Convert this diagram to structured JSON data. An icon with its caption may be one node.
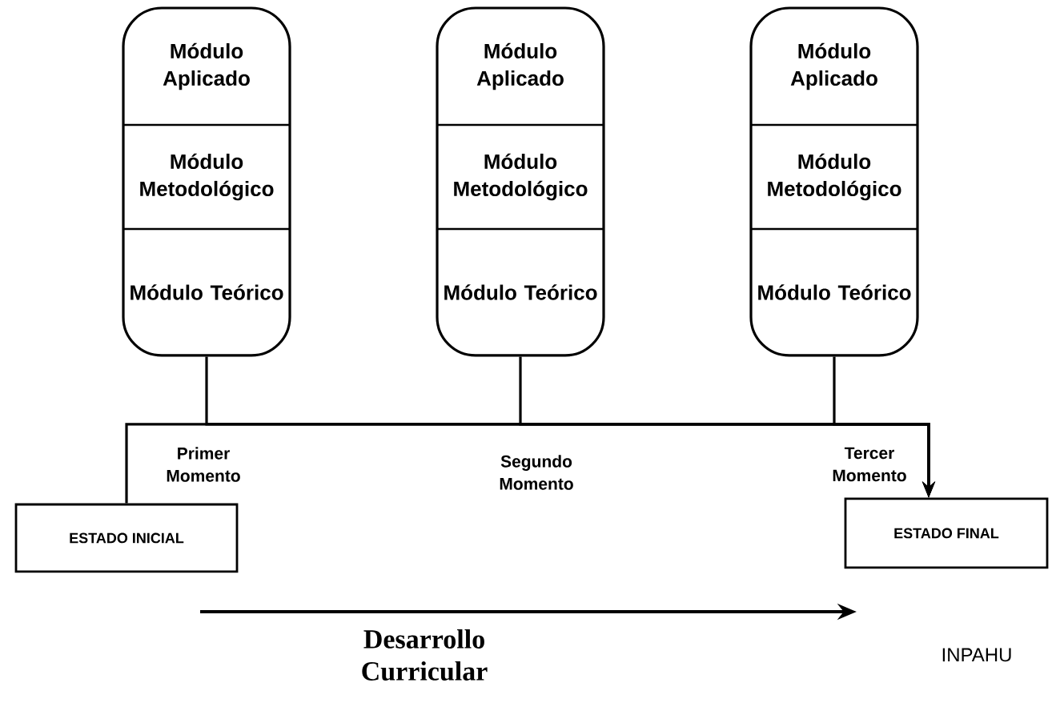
{
  "diagram": {
    "nodes": [
      {
        "text": [],
        "shape": "box"
      },
      {
        "text": [
          "Módulo Aplicado"
        ],
        "in": 0
      },
      {
        "text": [
          "Módulo Metodológico"
        ],
        "in": 0
      },
      {
        "text": [
          "Módulo Teórico"
        ],
        "in": 0
      },
      {
        "text": [],
        "shape": "box"
      },
      {
        "text": [
          "Módulo Aplicado"
        ],
        "in": 4
      },
      {
        "text": [
          "Módulo Metodológico"
        ],
        "in": 4
      },
      {
        "text": [
          "Módulo Teórico"
        ],
        "in": 4
      },
      {
        "text": [],
        "shape": "box"
      },
      {
        "text": [
          "Módulo Aplicado"
        ],
        "in": 8
      },
      {
        "text": [
          "Módulo Metodológico"
        ],
        "in": 8
      },
      {
        "text": [
          "Módulo Teórico"
        ],
        "in": 8
      },
      {
        "text": [
          "ESTADO INICIAL"
        ]
      },
      {
        "text": [
          "ESTADO FINAL"
        ]
      }
    ],
    "edges": [
      {
        "from": 12,
        "to": 13,
        "arrow": "to"
      },
      {
        "from": 0,
        "to": 13,
        "arrow": "to"
      },
      {
        "from": 4,
        "to": 13,
        "arrow": "to"
      },
      {
        "from": 8,
        "to": 13,
        "arrow": "to"
      }
    ],
    "labels": [
      "Primer Momento",
      "Segundo Momento",
      "Tercer Momento",
      "Desarrollo Curricular",
      "INPAHU"
    ]
  }
}
